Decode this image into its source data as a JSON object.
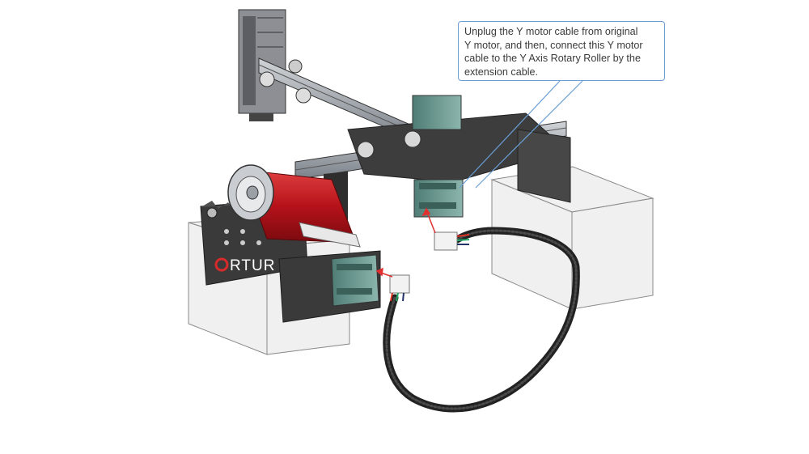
{
  "callout": {
    "lines": [
      "Unplug the Y motor cable from original",
      "Y motor, and then, connect this Y motor",
      "cable to the Y Axis Rotary Roller by the",
      "extension cable."
    ]
  },
  "brand": {
    "logo_letter": "O",
    "logo_text": "RTUR",
    "logo_color": "#d72a2a",
    "text_color": "#ffffff"
  },
  "colors": {
    "callout_border": "#6a9ed6",
    "roller_red": "#c4161c",
    "motor_teal": "#5f8f86",
    "frame_dark": "#4a4a4a",
    "cable_dark": "#222222",
    "arrow_red": "#e03030",
    "box_line": "#8a8a8a"
  }
}
